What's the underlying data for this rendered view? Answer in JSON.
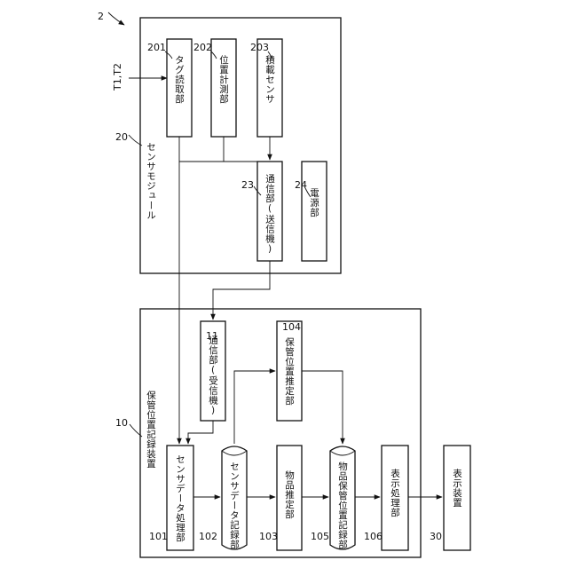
{
  "figure_number": "2",
  "sensor_module": {
    "ref": "20",
    "label": "センサモジュール",
    "input_label": "T1,T2",
    "tag_reader": {
      "ref": "201",
      "label": "タグ読取部"
    },
    "position_meter": {
      "ref": "202",
      "label": "位置計測部"
    },
    "load_sensor": {
      "ref": "203",
      "label": "積載センサ"
    },
    "comm_tx": {
      "ref": "23",
      "label": "通信部(送信機)"
    },
    "power": {
      "ref": "24",
      "label": "電源部"
    }
  },
  "storage_recorder": {
    "ref": "10",
    "label": "保管位置記録装置",
    "comm_rx": {
      "ref": "11",
      "label": "通信部(受信機)"
    },
    "location_estimator": {
      "ref": "104",
      "label": "保管位置推定部"
    },
    "sensor_processor": {
      "ref": "101",
      "label": "センサデータ処理部"
    },
    "sensor_data_store": {
      "ref": "102",
      "label": "センサデータ記録部"
    },
    "item_estimator": {
      "ref": "103",
      "label": "物品推定部"
    },
    "item_location_store": {
      "ref": "105",
      "label": "物品保管位置記録部"
    },
    "display_processor": {
      "ref": "106",
      "label": "表示処理部"
    }
  },
  "display_device": {
    "ref": "30",
    "label": "表示装置"
  }
}
